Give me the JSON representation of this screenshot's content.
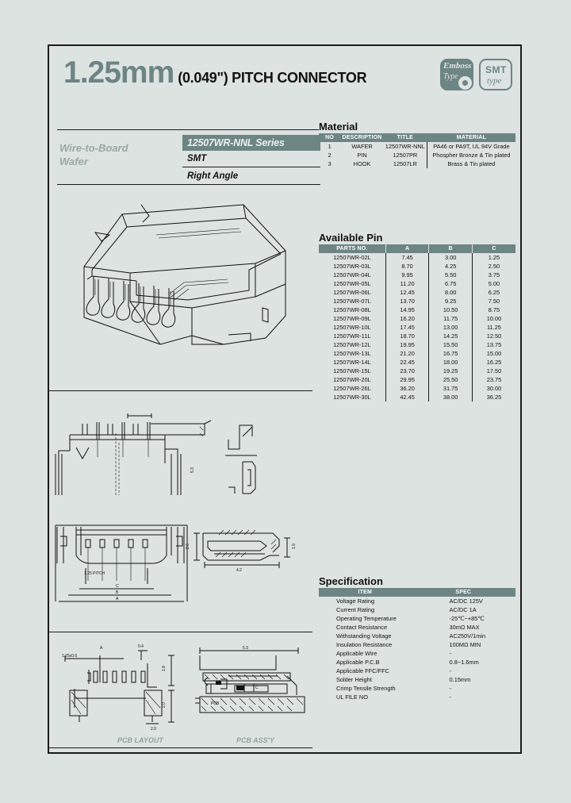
{
  "header": {
    "pitch": "1.25mm",
    "subtitle": "(0.049\") PITCH CONNECTOR",
    "badges": [
      {
        "name": "emboss-type",
        "line1": "Emboss",
        "line2": "Type"
      },
      {
        "name": "smt-type",
        "line1": "SMT",
        "line2": "type"
      }
    ]
  },
  "identity": {
    "category_line1": "Wire-to-Board",
    "category_line2": "Wafer",
    "series": "12507WR-NNL Series",
    "mount": "SMT",
    "orientation": "Right Angle"
  },
  "material": {
    "title": "Material",
    "columns": [
      "NO",
      "DESCRIPTION",
      "TITLE",
      "MATERIAL"
    ],
    "rows": [
      [
        "1",
        "WAFER",
        "12507WR-NNL",
        "PA46 or PA9T, UL 94V Grade"
      ],
      [
        "2",
        "PIN",
        "12507PR",
        "Phospher Bronze & Tin plated"
      ],
      [
        "3",
        "HOOK",
        "12507LR",
        "Brass & Tin plated"
      ]
    ]
  },
  "available_pin": {
    "title": "Available Pin",
    "columns": [
      "PARTS NO.",
      "A",
      "B",
      "C"
    ],
    "rows": [
      [
        "12507WR-02L",
        "7.45",
        "3.00",
        "1.25"
      ],
      [
        "12507WR-03L",
        "8.70",
        "4.25",
        "2.50"
      ],
      [
        "12507WR-04L",
        "9.95",
        "5.50",
        "3.75"
      ],
      [
        "12507WR-05L",
        "11.20",
        "6.75",
        "5.00"
      ],
      [
        "12507WR-06L",
        "12.45",
        "8.00",
        "6.25"
      ],
      [
        "12507WR-07L",
        "13.70",
        "9.25",
        "7.50"
      ],
      [
        "12507WR-08L",
        "14.95",
        "10.50",
        "8.75"
      ],
      [
        "12507WR-09L",
        "16.20",
        "11.75",
        "10.00"
      ],
      [
        "12507WR-10L",
        "17.45",
        "13.00",
        "11.25"
      ],
      [
        "12507WR-11L",
        "18.70",
        "14.25",
        "12.50"
      ],
      [
        "12507WR-12L",
        "19.95",
        "15.50",
        "13.75"
      ],
      [
        "12507WR-13L",
        "21.20",
        "16.75",
        "15.00"
      ],
      [
        "12507WR-14L",
        "22.45",
        "18.00",
        "16.25"
      ],
      [
        "12507WR-15L",
        "23.70",
        "19.25",
        "17.50"
      ],
      [
        "12507WR-20L",
        "29.95",
        "25.50",
        "23.75"
      ],
      [
        "12507WR-26L",
        "36.20",
        "31.75",
        "30.00"
      ],
      [
        "12507WR-30L",
        "42.45",
        "38.00",
        "36.25"
      ]
    ]
  },
  "specification": {
    "title": "Specification",
    "columns": [
      "ITEM",
      "SPEC"
    ],
    "rows": [
      [
        "Voltage Rating",
        "AC/DC 125V"
      ],
      [
        "Current Rating",
        "AC/DC 1A"
      ],
      [
        "Operating Temperature",
        "-25℃~+85℃"
      ],
      [
        "Contact Resistance",
        "30mΩ MAX"
      ],
      [
        "Withstanding Voltage",
        "AC250V/1min"
      ],
      [
        "Insulation Resistance",
        "100MΩ MIN"
      ],
      [
        "Applicable Wire",
        "-"
      ],
      [
        "Applicable P.C.B",
        "0.8~1.6mm"
      ],
      [
        "Applicable FFC/FFC",
        "-"
      ],
      [
        "Solder Height",
        "0.15mm"
      ],
      [
        "Crimp Tensile Strength",
        "-"
      ],
      [
        "UL FILE NO",
        "-"
      ]
    ]
  },
  "drawings": {
    "pitch_note": "1.25 PITCH",
    "dim_a": "A",
    "dim_b": "B",
    "dim_c": "C",
    "dim_height": "2.6",
    "dim_depth": "4.2",
    "dim_width": "5.3",
    "dim_pad_pitch": "1.25x0.6",
    "caption_layout": "PCB LAYOUT",
    "caption_assy": "PCB ASS'Y",
    "pcb_label": "PCB"
  },
  "colors": {
    "accent": "#6d8584",
    "background": "#dde3e1",
    "ink": "#1b1b1b",
    "muted": "#9aa8a6"
  }
}
